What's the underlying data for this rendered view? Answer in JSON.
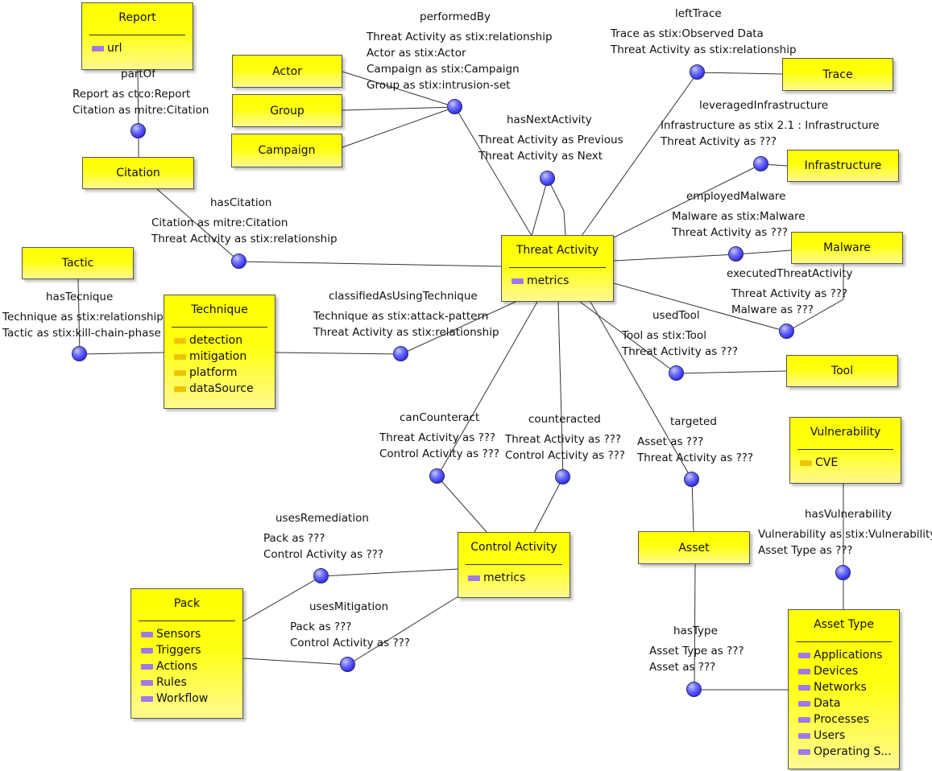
{
  "nodes": {
    "report": {
      "title": "Report",
      "attrs": [
        {
          "label": "url",
          "color": "purple"
        }
      ]
    },
    "actor": {
      "title": "Actor"
    },
    "group": {
      "title": "Group"
    },
    "campaign": {
      "title": "Campaign"
    },
    "citation": {
      "title": "Citation"
    },
    "trace": {
      "title": "Trace"
    },
    "infrastructure": {
      "title": "Infrastructure"
    },
    "malware": {
      "title": "Malware"
    },
    "tool": {
      "title": "Tool"
    },
    "threat_activity": {
      "title": "Threat Activity",
      "attrs": [
        {
          "label": "metrics",
          "color": "purple"
        }
      ]
    },
    "tactic": {
      "title": "Tactic"
    },
    "technique": {
      "title": "Technique",
      "attrs": [
        {
          "label": "detection",
          "color": "gold"
        },
        {
          "label": "mitigation",
          "color": "gold"
        },
        {
          "label": "platform",
          "color": "gold"
        },
        {
          "label": "dataSource",
          "color": "gold"
        }
      ]
    },
    "vulnerability": {
      "title": "Vulnerability",
      "attrs": [
        {
          "label": "CVE",
          "color": "gold"
        }
      ]
    },
    "control_activity": {
      "title": "Control Activity",
      "attrs": [
        {
          "label": "metrics",
          "color": "purple"
        }
      ]
    },
    "asset": {
      "title": "Asset"
    },
    "pack": {
      "title": "Pack",
      "attrs": [
        {
          "label": "Sensors",
          "color": "purple"
        },
        {
          "label": "Triggers",
          "color": "purple"
        },
        {
          "label": "Actions",
          "color": "purple"
        },
        {
          "label": "Rules",
          "color": "purple"
        },
        {
          "label": "Workflow",
          "color": "purple"
        }
      ]
    },
    "asset_type": {
      "title": "Asset Type",
      "attrs": [
        {
          "label": "Applications",
          "color": "purple"
        },
        {
          "label": "Devices",
          "color": "purple"
        },
        {
          "label": "Networks",
          "color": "purple"
        },
        {
          "label": "Data",
          "color": "purple"
        },
        {
          "label": "Processes",
          "color": "purple"
        },
        {
          "label": "Users",
          "color": "purple"
        },
        {
          "label": "Operating S...",
          "color": "purple"
        }
      ]
    }
  },
  "relations": {
    "partOf": {
      "name": "partOf",
      "roles": [
        "Report as ctco:Report",
        "Citation as mitre:Citation"
      ]
    },
    "performedBy": {
      "name": "performedBy",
      "roles": [
        "Threat Activity as stix:relationship",
        "Actor as stix:Actor",
        "Campaign as stix:Campaign",
        "Group as stix:intrusion-set"
      ]
    },
    "leftTrace": {
      "name": "leftTrace",
      "roles": [
        "Trace as stix:Observed Data",
        "Threat Activity as stix:relationship"
      ]
    },
    "hasNextActivity": {
      "name": "hasNextActivity",
      "roles": [
        "Threat Activity as Previous",
        "Threat Activity as Next"
      ]
    },
    "leveragedInfrastructure": {
      "name": "leveragedInfrastructure",
      "roles": [
        "Infrastructure as stix 2.1 : Infrastructure",
        "Threat Activity as ???"
      ]
    },
    "hasCitation": {
      "name": "hasCitation",
      "roles": [
        "Citation as mitre:Citation",
        "Threat Activity as stix:relationship"
      ]
    },
    "employedMalware": {
      "name": "employedMalware",
      "roles": [
        "Malware as stix:Malware",
        "Threat Activity as ???"
      ]
    },
    "executedThreatActivity": {
      "name": "executedThreatActivity",
      "roles": [
        "Threat Activity as ???",
        "Malware as ???"
      ]
    },
    "hasTecnique": {
      "name": "hasTecnique",
      "roles": [
        "Technique as stix:relationship",
        "Tactic as stix:kill-chain-phase"
      ]
    },
    "classifiedAsUsingTechnique": {
      "name": "classifiedAsUsingTechnique",
      "roles": [
        "Technique as stix:attack-pattern",
        "Threat Activity as stix:relationship"
      ]
    },
    "usedTool": {
      "name": "usedTool",
      "roles": [
        "Tool as stix:Tool",
        "Threat Activity as ???"
      ]
    },
    "canCounteract": {
      "name": "canCounteract",
      "roles": [
        "Threat Activity as ???",
        "Control Activity as ???"
      ]
    },
    "counteracted": {
      "name": "counteracted",
      "roles": [
        "Threat Activity as ???",
        "Control Activity as ???"
      ]
    },
    "targeted": {
      "name": "targeted",
      "roles": [
        "Asset as ???",
        "Threat Activity as ???"
      ]
    },
    "hasVulnerability": {
      "name": "hasVulnerability",
      "roles": [
        "Vulnerability as stix:Vulnerability",
        "Asset Type as ???"
      ]
    },
    "usesRemediation": {
      "name": "usesRemediation",
      "roles": [
        "Pack as ???",
        "Control Activity as ???"
      ]
    },
    "usesMitigation": {
      "name": "usesMitigation",
      "roles": [
        "Pack as ???",
        "Control Activity as ???"
      ]
    },
    "hasType": {
      "name": "hasType",
      "roles": [
        "Asset Type as ???",
        "Asset as ???"
      ]
    }
  }
}
